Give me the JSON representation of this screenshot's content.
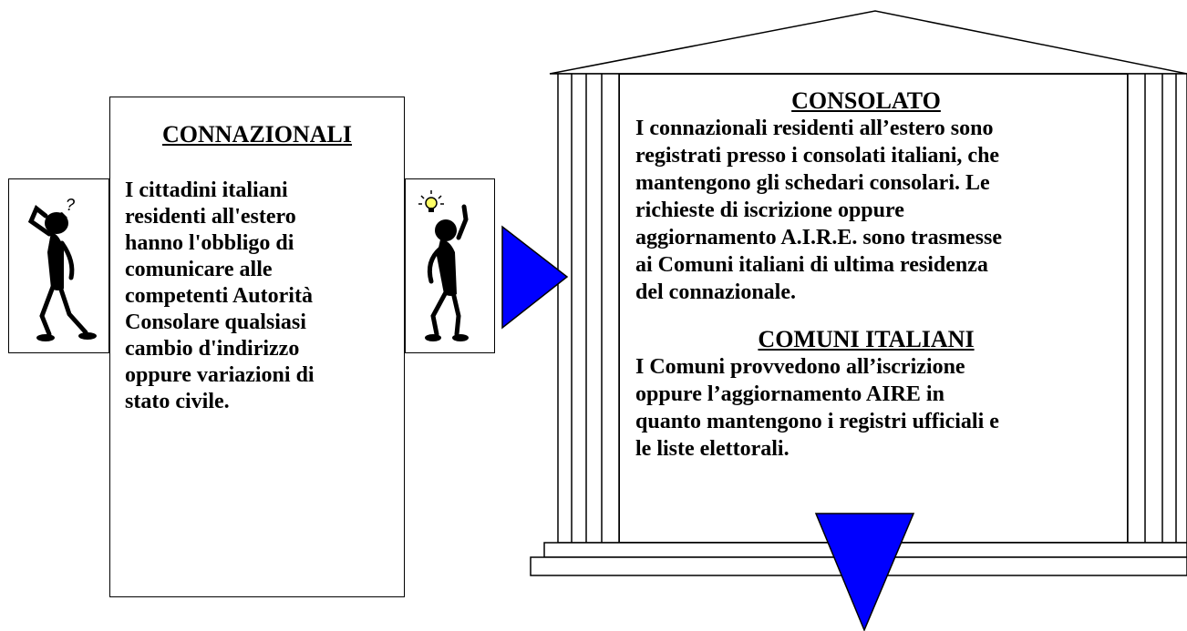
{
  "left_panel": {
    "title": "CONNAZIONALI",
    "text": "I  cittadini italiani\nresidenti all'estero\nhanno l'obbligo di\ncomunicare alle\ncompetenti Autorità\nConsolare qualsiasi\ncambio d'indirizzo\noppure variazioni di\nstato civile."
  },
  "building": {
    "consolato": {
      "title": "CONSOLATO",
      "text": "I connazionali residenti all’estero sono\nregistrati presso i consolati italiani, che\nmantengono gli schedari consolari. Le\nrichieste di iscrizione oppure\naggiornamento A.I.R.E. sono trasmesse\nai Comuni italiani di ultima residenza\ndel connazionale."
    },
    "comuni": {
      "title": "COMUNI ITALIANI",
      "text": "I Comuni provvedono all’iscrizione\noppure l’aggiornamento AIRE in\nquanto mantengono i registri ufficiali e\nle liste elettorali."
    }
  },
  "figures": {
    "confused": "confused-man-icon",
    "idea": "idea-man-icon"
  },
  "colors": {
    "arrow_fill": "#0000ff",
    "line": "#000000"
  }
}
